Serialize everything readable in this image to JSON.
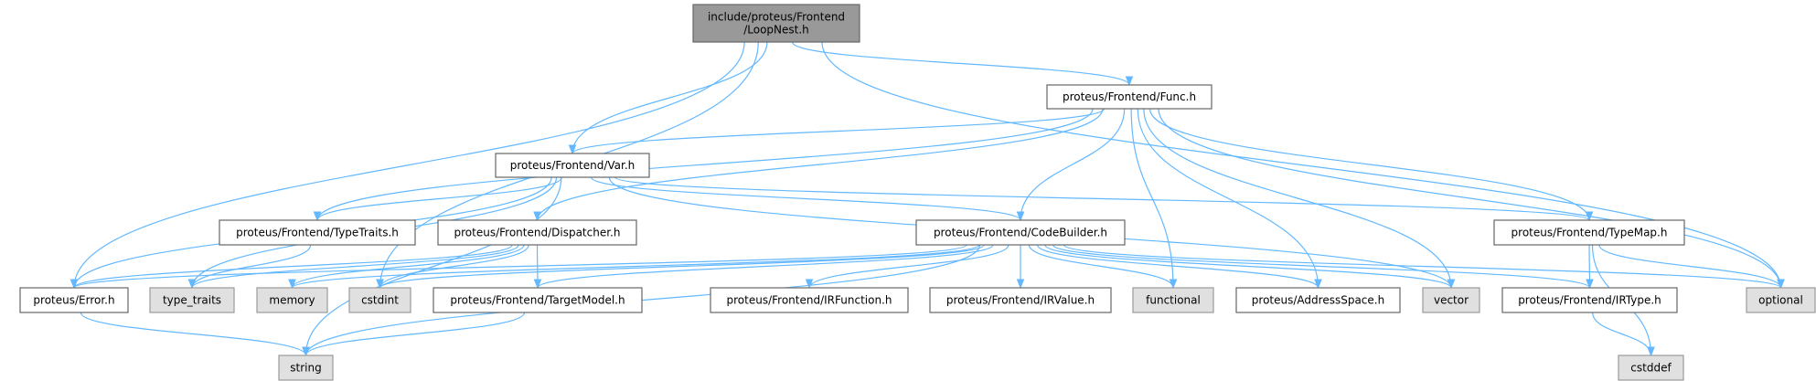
{
  "colors": {
    "edge": "#63b8ff",
    "main_fill": "#999999",
    "main_border": "#666666",
    "local_fill": "#ffffff",
    "local_border": "#666666",
    "system_fill": "#e0e0e0",
    "system_border": "#999999"
  },
  "nodes": [
    {
      "id": "loopnest",
      "lines": [
        "include/proteus/Frontend",
        "/LoopNest.h"
      ],
      "kind": "main"
    },
    {
      "id": "func",
      "lines": [
        "proteus/Frontend/Func.h"
      ],
      "kind": "local"
    },
    {
      "id": "var",
      "lines": [
        "proteus/Frontend/Var.h"
      ],
      "kind": "local"
    },
    {
      "id": "typetraits_h",
      "lines": [
        "proteus/Frontend/TypeTraits.h"
      ],
      "kind": "local"
    },
    {
      "id": "dispatcher",
      "lines": [
        "proteus/Frontend/Dispatcher.h"
      ],
      "kind": "local"
    },
    {
      "id": "codebuilder",
      "lines": [
        "proteus/Frontend/CodeBuilder.h"
      ],
      "kind": "local"
    },
    {
      "id": "typemap",
      "lines": [
        "proteus/Frontend/TypeMap.h"
      ],
      "kind": "local"
    },
    {
      "id": "error",
      "lines": [
        "proteus/Error.h"
      ],
      "kind": "local"
    },
    {
      "id": "type_traits",
      "lines": [
        "type_traits"
      ],
      "kind": "system"
    },
    {
      "id": "memory",
      "lines": [
        "memory"
      ],
      "kind": "system"
    },
    {
      "id": "cstdint",
      "lines": [
        "cstdint"
      ],
      "kind": "system"
    },
    {
      "id": "targetmodel",
      "lines": [
        "proteus/Frontend/TargetModel.h"
      ],
      "kind": "local"
    },
    {
      "id": "irfunction",
      "lines": [
        "proteus/Frontend/IRFunction.h"
      ],
      "kind": "local"
    },
    {
      "id": "irvalue",
      "lines": [
        "proteus/Frontend/IRValue.h"
      ],
      "kind": "local"
    },
    {
      "id": "functional",
      "lines": [
        "functional"
      ],
      "kind": "system"
    },
    {
      "id": "addressspace",
      "lines": [
        "proteus/AddressSpace.h"
      ],
      "kind": "local"
    },
    {
      "id": "vector",
      "lines": [
        "vector"
      ],
      "kind": "system"
    },
    {
      "id": "irtype",
      "lines": [
        "proteus/Frontend/IRType.h"
      ],
      "kind": "local"
    },
    {
      "id": "optional",
      "lines": [
        "optional"
      ],
      "kind": "system"
    },
    {
      "id": "string",
      "lines": [
        "string"
      ],
      "kind": "system"
    },
    {
      "id": "cstddef",
      "lines": [
        "cstddef"
      ],
      "kind": "system"
    }
  ],
  "edges": [
    [
      "loopnest",
      "error"
    ],
    [
      "loopnest",
      "var"
    ],
    [
      "loopnest",
      "func"
    ],
    [
      "loopnest",
      "cstdint"
    ],
    [
      "loopnest",
      "optional"
    ],
    [
      "func",
      "var"
    ],
    [
      "func",
      "typetraits_h"
    ],
    [
      "func",
      "dispatcher"
    ],
    [
      "func",
      "codebuilder"
    ],
    [
      "func",
      "functional"
    ],
    [
      "func",
      "addressspace"
    ],
    [
      "func",
      "vector"
    ],
    [
      "func",
      "typemap"
    ],
    [
      "func",
      "optional"
    ],
    [
      "var",
      "string"
    ],
    [
      "var",
      "error"
    ],
    [
      "var",
      "type_traits"
    ],
    [
      "var",
      "typetraits_h"
    ],
    [
      "var",
      "codebuilder"
    ],
    [
      "var",
      "typemap"
    ],
    [
      "var",
      "vector"
    ],
    [
      "typetraits_h",
      "type_traits"
    ],
    [
      "dispatcher",
      "error"
    ],
    [
      "dispatcher",
      "type_traits"
    ],
    [
      "dispatcher",
      "memory"
    ],
    [
      "dispatcher",
      "cstdint"
    ],
    [
      "dispatcher",
      "targetmodel"
    ],
    [
      "codebuilder",
      "error"
    ],
    [
      "codebuilder",
      "memory"
    ],
    [
      "codebuilder",
      "cstdint"
    ],
    [
      "codebuilder",
      "targetmodel"
    ],
    [
      "codebuilder",
      "string"
    ],
    [
      "codebuilder",
      "irfunction"
    ],
    [
      "codebuilder",
      "irvalue"
    ],
    [
      "codebuilder",
      "functional"
    ],
    [
      "codebuilder",
      "addressspace"
    ],
    [
      "codebuilder",
      "vector"
    ],
    [
      "codebuilder",
      "irtype"
    ],
    [
      "codebuilder",
      "optional"
    ],
    [
      "typemap",
      "irtype"
    ],
    [
      "typemap",
      "optional"
    ],
    [
      "typemap",
      "cstddef"
    ],
    [
      "irtype",
      "cstddef"
    ],
    [
      "error",
      "string"
    ],
    [
      "targetmodel",
      "string"
    ]
  ]
}
